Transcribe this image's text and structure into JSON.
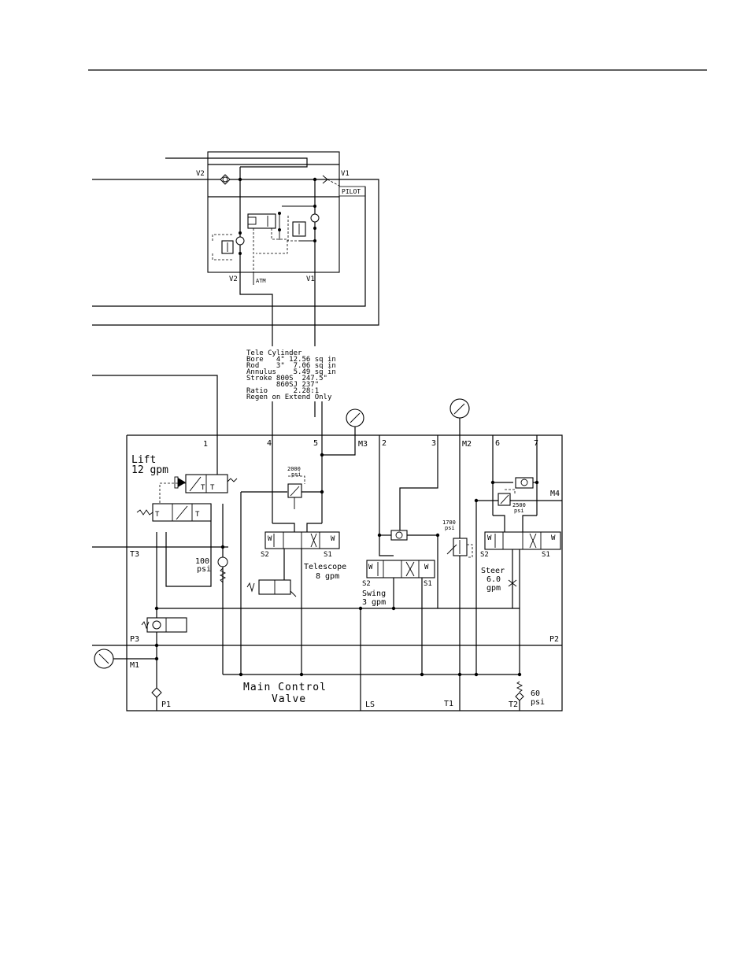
{
  "header": {
    "rule": true
  },
  "holding_valve": {
    "labels": {
      "v2_top": "V2",
      "v1_top": "V1",
      "pilot": "PILOT",
      "v2_bottom": "V2",
      "atm": "ATM",
      "v1_bottom": "V1"
    }
  },
  "tele_cylinder": {
    "lines": [
      "Tele Cylinder",
      "Bore   4\" 12.56 sq in",
      "Rod    3\"  7.06 sq in",
      "Annulus    5.49 sq in",
      "Stroke 800S  247.5\"",
      "       860SJ 237\"",
      "Ratio      2.28:1",
      "Regen on Extend Only"
    ]
  },
  "main_valve": {
    "title_line1": "Main Control",
    "title_line2": "Valve",
    "ports": {
      "p1": "1",
      "p4": "4",
      "p5": "5",
      "m3": "M3",
      "p2": "2",
      "p3": "3",
      "m2": "M2",
      "p6": "6",
      "p7": "7",
      "m4": "M4",
      "t3": "T3",
      "p3_port": "P3",
      "p2_port": "P2",
      "m1": "M1",
      "p1_port": "P1",
      "ls": "LS",
      "t1": "T1",
      "t2": "T2"
    },
    "lift": {
      "name": "Lift",
      "flow": "12 gpm"
    },
    "telescope": {
      "name": "Telescope",
      "flow": "8 gpm",
      "relief_value": "2000",
      "relief_unit": "psi"
    },
    "swing": {
      "name": "Swing",
      "flow": "3 gpm",
      "relief_value": "1700",
      "relief_unit": "psi"
    },
    "steer": {
      "name": "Steer",
      "flow_value": "6.0",
      "flow_unit": "gpm",
      "relief_value": "2500",
      "relief_unit": "psi"
    },
    "check_100": {
      "value": "100",
      "unit": "psi"
    },
    "check_60": {
      "value": "60",
      "unit": "psi"
    },
    "spool_labels": {
      "w": "W",
      "s1": "S1",
      "s2": "S2",
      "t": "T"
    }
  }
}
